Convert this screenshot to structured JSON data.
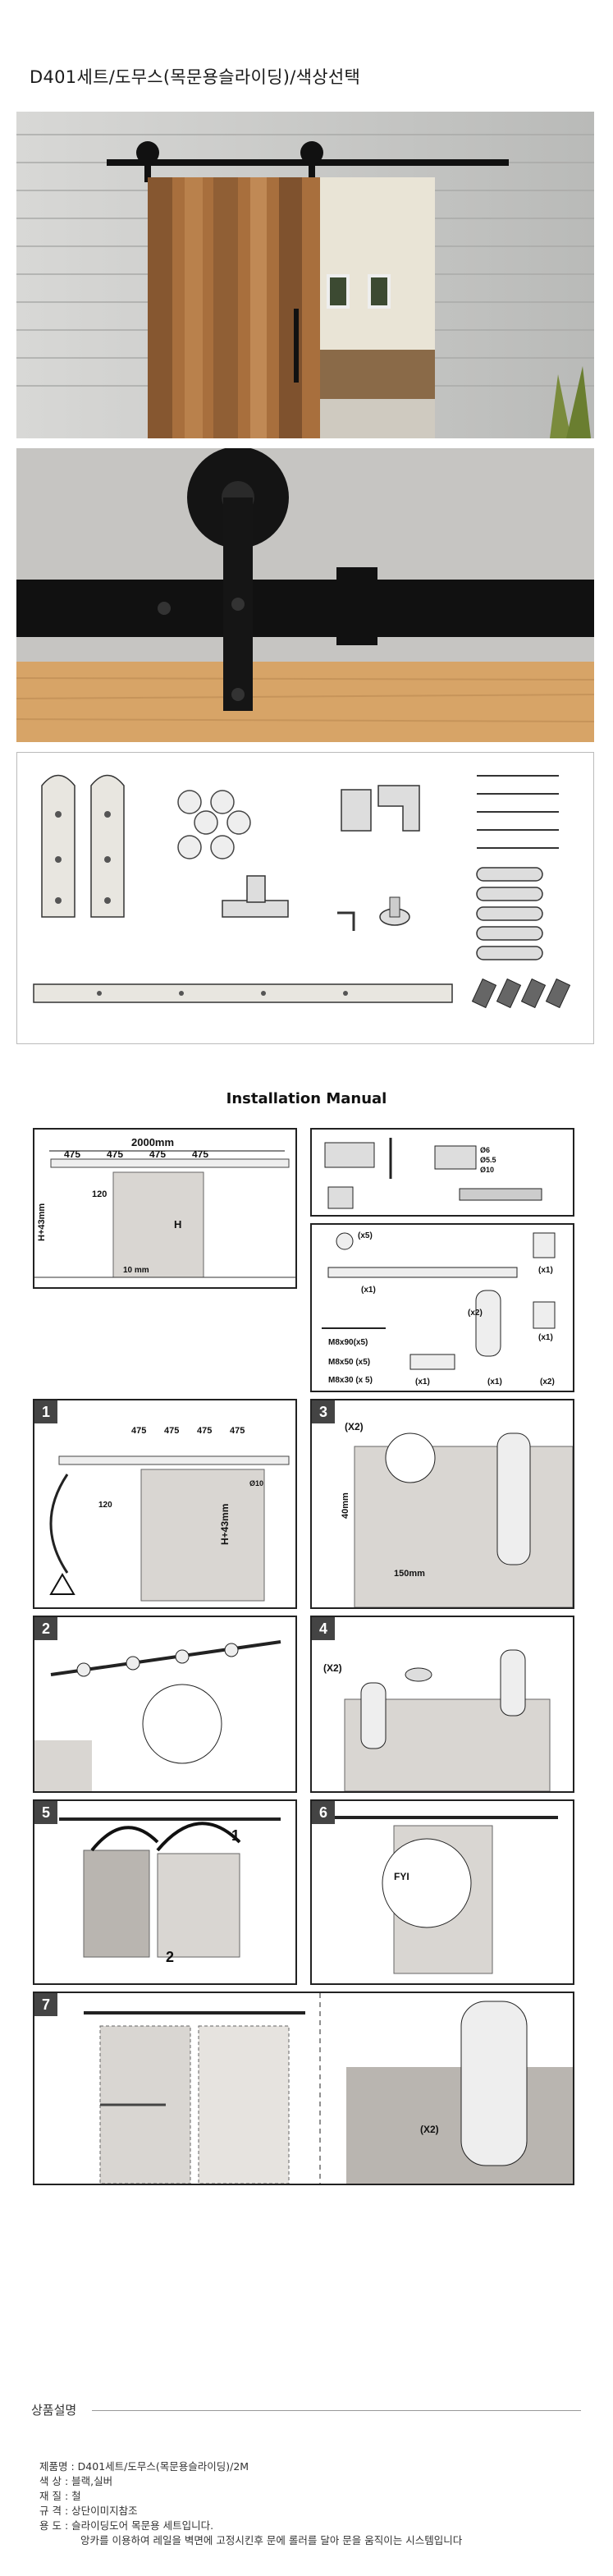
{
  "header": {
    "title": "D401세트/도무스(목문용슬라이딩)/색상선택"
  },
  "manual": {
    "title": "Installation Manual",
    "dims": {
      "total": "2000mm",
      "spacing": "475",
      "unit": "mm",
      "offset_top": "120",
      "height_label": "H+43mm",
      "door_h": "H",
      "gap": "10 mm",
      "hole_gap": "40mm",
      "edge_gap": "150mm",
      "dia": "Ø10",
      "drill1": "Ø6",
      "drill2": "Ø5.5",
      "drill3": "Ø10"
    },
    "steps": [
      "1",
      "2",
      "3",
      "4",
      "5",
      "6",
      "7"
    ],
    "x2": "(X2)",
    "parts": {
      "rollers": "(x5)",
      "rail": "(x1)",
      "hangers": "(x2)",
      "stop": "(x1)",
      "guide": "(x1)",
      "screw1": "M8x90(x5)",
      "screw2": "M8x50 (x5)",
      "screw3": "M8x30 (x 5)",
      "floor": "(x1)",
      "key": "(x1)",
      "plug": "(x2)"
    },
    "labels": {
      "one": "1",
      "two": "2",
      "fyi": "FYI"
    }
  },
  "product_info": {
    "section_title": "상품설명",
    "rows": [
      {
        "key": "제품명",
        "value": ": D401세트/도무스(목문용슬라이딩)/2M"
      },
      {
        "key": "색    상",
        "value": ": 블랙,실버"
      },
      {
        "key": "재    질",
        "value": ": 철"
      },
      {
        "key": "규    격",
        "value": ": 상단이미지참조"
      },
      {
        "key": "용    도",
        "value": ": 슬라이딩도어 목문용 세트입니다."
      },
      {
        "key": "",
        "value": "앙카를 이용하여 레일을 벽면에 고정시킨후 문에 롤러를 달아 문을 움직이는 시스템입니다"
      }
    ]
  },
  "colors": {
    "rail": "#111111",
    "wood": "#b07a45",
    "wall": "#c9c9c9"
  }
}
